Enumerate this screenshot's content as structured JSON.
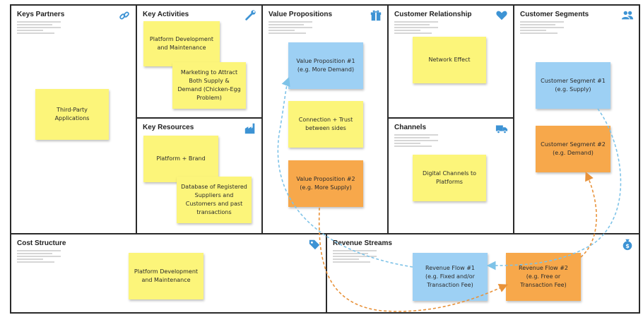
{
  "colors": {
    "border": "#2a2a2a",
    "icon": "#3d93d4",
    "note_yellow": "#fcf57a",
    "note_blue": "#9dd0f4",
    "note_orange": "#f7a84b",
    "arrow_blue": "#7ec3e8",
    "arrow_orange": "#e8923a"
  },
  "sections": {
    "key_partners": {
      "title": "Keys Partners",
      "icon": "link-icon"
    },
    "key_activities": {
      "title": "Key Activities",
      "icon": "wrench-icon"
    },
    "key_resources": {
      "title": "Key Resources",
      "icon": "factory-icon"
    },
    "value_propositions": {
      "title": "Value Propositions",
      "icon": "gift-icon"
    },
    "customer_relationship": {
      "title": "Customer Relationship",
      "icon": "heart-icon"
    },
    "channels": {
      "title": "Channels",
      "icon": "truck-icon"
    },
    "customer_segments": {
      "title": "Customer Segments",
      "icon": "users-icon"
    },
    "cost_structure": {
      "title": "Cost Structure",
      "icon": "tag-icon"
    },
    "revenue_streams": {
      "title": "Revenue Streams",
      "icon": "money-bag-icon"
    }
  },
  "notes": {
    "third_party": "Third-Party Applications",
    "platform_dev": "Platform Development and Maintenance",
    "marketing": "Marketing to Attract Both Supply & Demand (Chicken-Egg Problem)",
    "platform_brand": "Platform + Brand",
    "database": "Database of Registered Suppliers and Customers and past transactions",
    "vp1": "Value Proposition #1\n(e.g. More Demand)",
    "connection": "Connection + Trust between sides",
    "vp2": "Value Proposition #2\n(e.g. More Supply)",
    "network_effect": "Network Effect",
    "digital_channels": "Digital Channels to Platforms",
    "segment1": "Customer Segment #1\n(e.g. Supply)",
    "segment2": "Customer Segment #2\n(e.g. Demand)",
    "cost_platform_dev": "Platform Development and Maintenance",
    "revenue1": "Revenue Flow #1\n(e.g. Fixed and/or\nTransaction Fee)",
    "revenue2": "Revenue Flow #2\n(e.g. Free or\nTransaction Fee)"
  }
}
